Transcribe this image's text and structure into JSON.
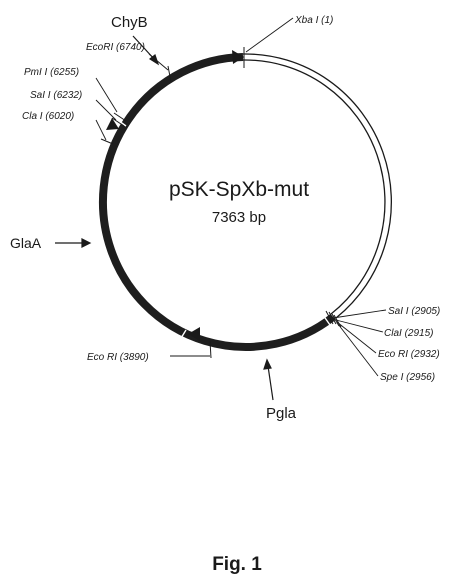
{
  "plasmid": {
    "name": "pSK-SpXb-mut",
    "size_label": "7363 bp",
    "total_bp": 7363
  },
  "features": [
    {
      "label": "ChyB"
    },
    {
      "label": "GlaA"
    },
    {
      "label": "Pgla"
    }
  ],
  "sites": [
    {
      "enzyme": "Xba I",
      "position": "(1)"
    },
    {
      "enzyme": "EcoRI",
      "position": "(6740)"
    },
    {
      "enzyme": "PmI I",
      "position": "(6255)"
    },
    {
      "enzyme": "SaI I",
      "position": "(6232)"
    },
    {
      "enzyme": "Cla I",
      "position": "(6020)"
    },
    {
      "enzyme": "SaI I",
      "position": "(2905)"
    },
    {
      "enzyme": "ClaI",
      "position": "(2915)"
    },
    {
      "enzyme": "Eco RI",
      "position": "(2932)"
    },
    {
      "enzyme": "Spe I",
      "position": "(2956)"
    },
    {
      "enzyme": "Eco RI",
      "position": "(3890)"
    }
  ],
  "figure": {
    "caption": "Fig. 1"
  },
  "colors": {
    "ink": "#1a1a1a",
    "insert": "#1e1e1e",
    "background": "#ffffff"
  }
}
